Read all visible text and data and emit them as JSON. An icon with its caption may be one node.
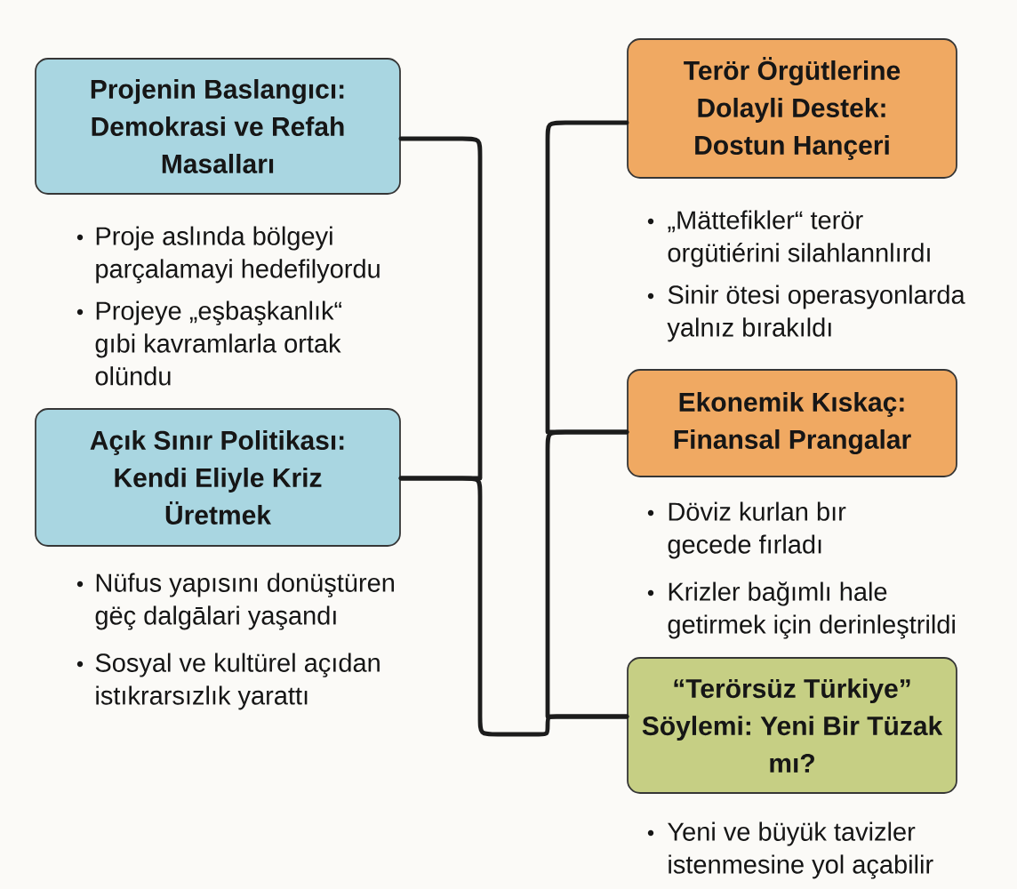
{
  "diagram": {
    "nodes": [
      {
        "text": [
          "Projenin Baslangıcı: Demokrasi ve Refah Masalları"
        ],
        "beside": [
          "Proje aslında bölgeyi parçalamayi hedefilyordu",
          "Projeye „eşbaşkanlık“ gıbi kavramlarla ortak olündu"
        ]
      },
      {
        "text": [
          "Açık Sınır Politikası: Kendi Eliyle Kriz Üretmek"
        ],
        "beside": [
          "Nüfus yapısını donüştüren gëç dalgālari yaşandı",
          "Sosyal ve kultürel açıdan istıkrarsızlık yarattı"
        ]
      },
      {
        "text": [
          "Terör Örgütlerine Dolayli Destek: Dostun Hançeri"
        ],
        "beside": [
          "„Mättefikler“ terör orgütiérini silahlannlırdı",
          "Sinir ötesi operasyonlarda yalnız bırakıldı"
        ]
      },
      {
        "text": [
          "Ekonemik Kıskaç: Finansal Prangalar"
        ],
        "beside": [
          "Döviz kurlan bır gecede fırladı",
          "Krizler bağımlı hale getirmek için derinleştrildi"
        ]
      },
      {
        "text": [
          "“Terörsüz Türkiye” Söylemi: Yeni Bir Tüzak mı?"
        ],
        "beside": [
          "Yeni ve büyük tavizler istenmesine yol açabilir"
        ]
      }
    ],
    "edges": [
      {
        "from": 0,
        "to": 1,
        "arrow": "none"
      },
      {
        "from": 1,
        "to": 4,
        "arrow": "none"
      },
      {
        "from": 2,
        "to": 3,
        "arrow": "none"
      },
      {
        "from": 3,
        "to": 4,
        "arrow": "none"
      }
    ]
  }
}
